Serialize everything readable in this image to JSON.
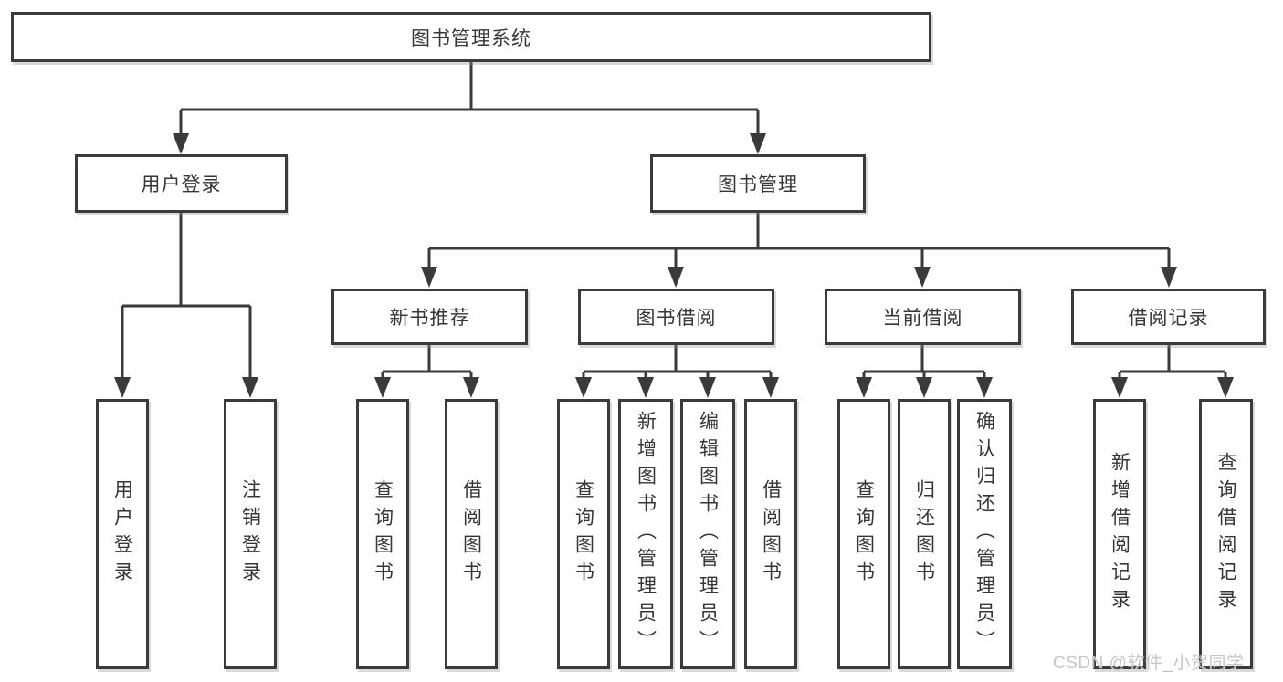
{
  "diagram_title": "图书管理系统",
  "tree": {
    "label": "图书管理系统",
    "children": [
      {
        "label": "用户登录",
        "children": [
          {
            "label": "用户登录"
          },
          {
            "label": "注销登录"
          }
        ]
      },
      {
        "label": "图书管理",
        "children": [
          {
            "label": "新书推荐",
            "children": [
              {
                "label": "查询图书"
              },
              {
                "label": "借阅图书"
              }
            ]
          },
          {
            "label": "图书借阅",
            "children": [
              {
                "label": "查询图书"
              },
              {
                "label": "新增图书（管理员）"
              },
              {
                "label": "编辑图书（管理员）"
              },
              {
                "label": "借阅图书"
              }
            ]
          },
          {
            "label": "当前借阅",
            "children": [
              {
                "label": "查询图书"
              },
              {
                "label": "归还图书"
              },
              {
                "label": "确认归还（管理员）"
              }
            ]
          },
          {
            "label": "借阅记录",
            "children": [
              {
                "label": "新增借阅记录"
              },
              {
                "label": "查询借阅记录"
              }
            ]
          }
        ]
      }
    ]
  },
  "watermark": "CSDN @软件_小贺同学",
  "colors": {
    "line": "#3a3a3a",
    "box_border": "#3b3b3b",
    "text": "#363636",
    "watermark": "#c6c6c6",
    "background": "#ffffff"
  }
}
